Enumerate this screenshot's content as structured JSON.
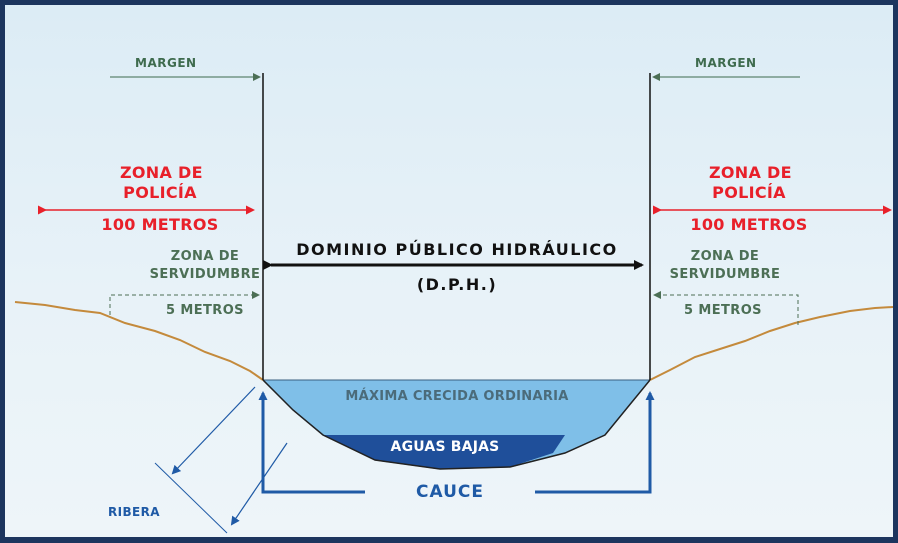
{
  "labels": {
    "margen_left": "MARGEN",
    "margen_right": "MARGEN",
    "zona_policia_left_line1": "ZONA DE",
    "zona_policia_left_line2": "POLICÍA",
    "zona_policia_left_dist": "100 METROS",
    "zona_policia_right_line1": "ZONA DE",
    "zona_policia_right_line2": "POLICÍA",
    "zona_policia_right_dist": "100 METROS",
    "zona_servidumbre_left_line1": "ZONA DE",
    "zona_servidumbre_left_line2": "SERVIDUMBRE",
    "zona_servidumbre_left_dist": "5 METROS",
    "zona_servidumbre_right_line1": "ZONA DE",
    "zona_servidumbre_right_line2": "SERVIDUMBRE",
    "zona_servidumbre_right_dist": "5 METROS",
    "dph_title": "DOMINIO PÚBLICO HIDRÁULICO",
    "dph_abbr": "(D.P.H.)",
    "maxima_crecida": "MÁXIMA CRECIDA ORDINARIA",
    "aguas_bajas": "AGUAS BAJAS",
    "cauce": "CAUCE",
    "ribera": "RIBERA"
  },
  "colors": {
    "frame": "#1c355e",
    "background": "#e3eff6",
    "policia_red": "#e8202a",
    "green_text": "#3e6b4e",
    "terrain": "#c48a3c",
    "max_crecida_fill": "#7fbfe8",
    "aguas_bajas_fill": "#1f4f9a",
    "blue_arrows": "#1f5aa6"
  }
}
